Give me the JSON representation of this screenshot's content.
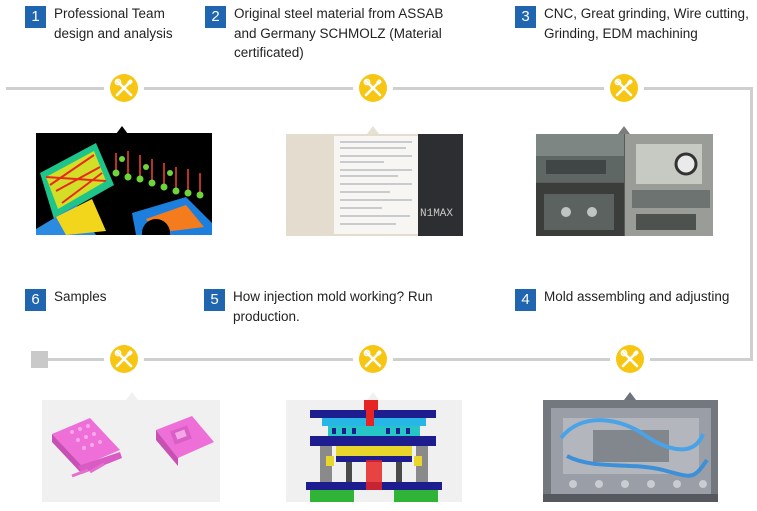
{
  "steps": [
    {
      "number": "1",
      "text": "Professional Team design and analysis"
    },
    {
      "number": "2",
      "text": "Original steel material from ASSAB and Germany SCHMOLZ (Material certificated)"
    },
    {
      "number": "3",
      "text": "CNC, Great grinding, Wire cutting, Grinding, EDM machining"
    },
    {
      "number": "4",
      "text": "Mold assembling and adjusting"
    },
    {
      "number": "5",
      "text": "How injection mold working? Run production."
    },
    {
      "number": "6",
      "text": "Samples"
    }
  ],
  "icons": {
    "stage": "wrench-screwdriver-icon"
  },
  "colors": {
    "badge": "#1f65b0",
    "tool_circle": "#f7c613",
    "track": "#cfcfcf"
  }
}
